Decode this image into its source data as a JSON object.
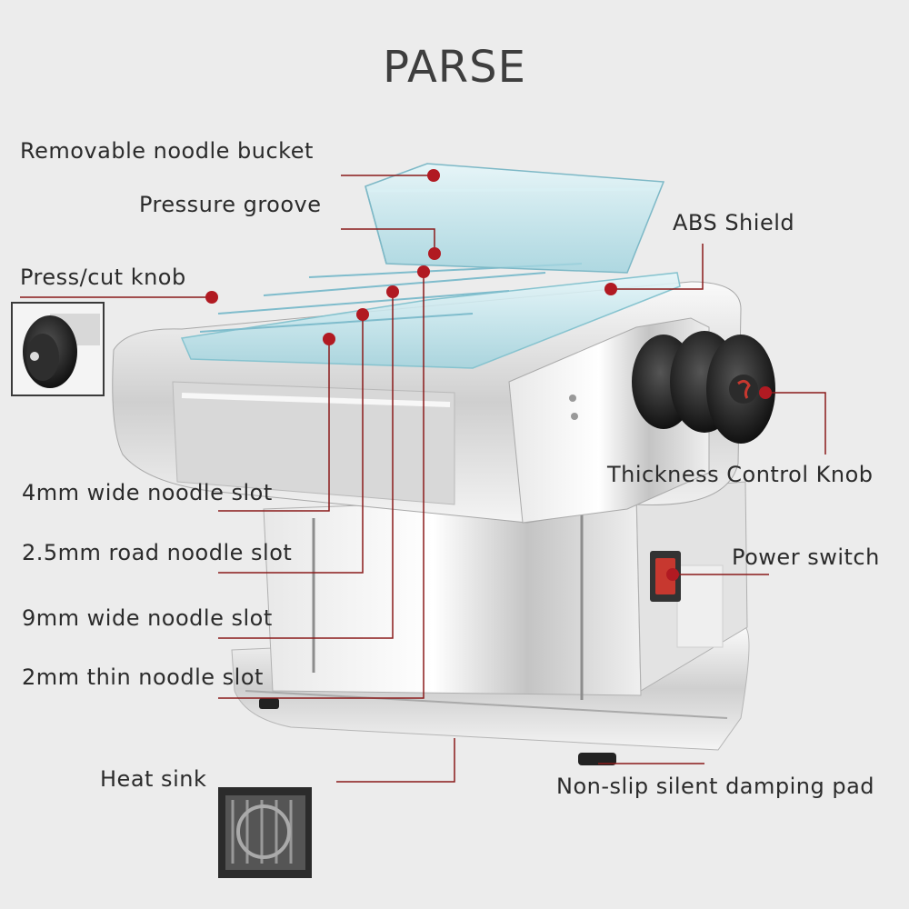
{
  "title": "PARSE",
  "labels": {
    "bucket": "Removable noodle bucket",
    "groove": "Pressure groove",
    "shield": "ABS Shield",
    "knob": "Press/cut knob",
    "thickness": "Thickness Control Knob",
    "slot4": "4mm wide noodle slot",
    "slot25": "2.5mm road noodle slot",
    "slot9": "9mm wide noodle slot",
    "slot2": "2mm thin noodle slot",
    "power": "Power switch",
    "heat": "Heat sink",
    "pad": "Non-slip silent damping pad"
  },
  "colors": {
    "marker": "#b11a22",
    "leader": "#8a1a1a",
    "steel_light": "#f2f2f2",
    "steel_dark": "#9a9a9a",
    "plastic": "#bfe3ea"
  }
}
